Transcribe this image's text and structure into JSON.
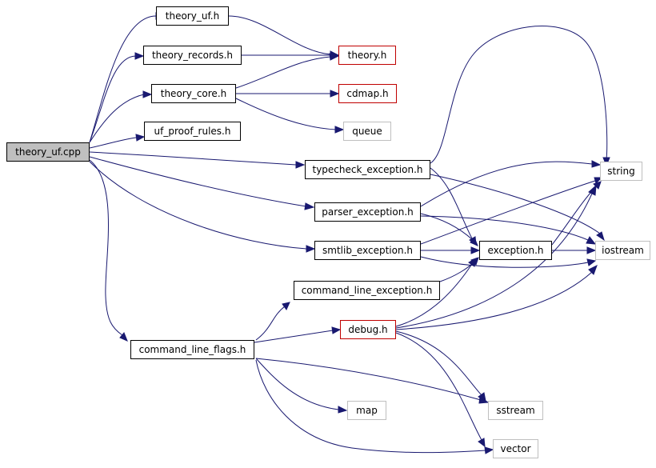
{
  "nodes": {
    "theory_uf_cpp": {
      "label": "theory_uf.cpp",
      "style": "filled-gray"
    },
    "theory_uf_h": {
      "label": "theory_uf.h",
      "style": "black-border"
    },
    "theory_records_h": {
      "label": "theory_records.h",
      "style": "black-border"
    },
    "theory_core_h": {
      "label": "theory_core.h",
      "style": "black-border"
    },
    "uf_proof_rules_h": {
      "label": "uf_proof_rules.h",
      "style": "black-border"
    },
    "theory_h": {
      "label": "theory.h",
      "style": "red-border"
    },
    "cdmap_h": {
      "label": "cdmap.h",
      "style": "red-border"
    },
    "queue": {
      "label": "queue",
      "style": "gray-border"
    },
    "typecheck_exception_h": {
      "label": "typecheck_exception.h",
      "style": "black-border"
    },
    "parser_exception_h": {
      "label": "parser_exception.h",
      "style": "black-border"
    },
    "smtlib_exception_h": {
      "label": "smtlib_exception.h",
      "style": "black-border"
    },
    "command_line_exception_h": {
      "label": "command_line_exception.h",
      "style": "black-border"
    },
    "command_line_flags_h": {
      "label": "command_line_flags.h",
      "style": "black-border"
    },
    "debug_h": {
      "label": "debug.h",
      "style": "red-border"
    },
    "exception_h": {
      "label": "exception.h",
      "style": "black-border"
    },
    "string": {
      "label": "string",
      "style": "gray-border"
    },
    "iostream": {
      "label": "iostream",
      "style": "gray-border"
    },
    "map": {
      "label": "map",
      "style": "gray-border"
    },
    "sstream": {
      "label": "sstream",
      "style": "gray-border"
    },
    "vector": {
      "label": "vector",
      "style": "gray-border"
    }
  },
  "edges": [
    [
      "theory_uf_cpp",
      "theory_uf_h"
    ],
    [
      "theory_uf_cpp",
      "theory_records_h"
    ],
    [
      "theory_uf_cpp",
      "theory_core_h"
    ],
    [
      "theory_uf_cpp",
      "uf_proof_rules_h"
    ],
    [
      "theory_uf_cpp",
      "typecheck_exception_h"
    ],
    [
      "theory_uf_cpp",
      "parser_exception_h"
    ],
    [
      "theory_uf_cpp",
      "smtlib_exception_h"
    ],
    [
      "theory_uf_cpp",
      "command_line_flags_h"
    ],
    [
      "theory_uf_h",
      "theory_h"
    ],
    [
      "theory_records_h",
      "theory_h"
    ],
    [
      "theory_core_h",
      "theory_h"
    ],
    [
      "theory_core_h",
      "cdmap_h"
    ],
    [
      "theory_core_h",
      "queue"
    ],
    [
      "typecheck_exception_h",
      "string"
    ],
    [
      "typecheck_exception_h",
      "exception_h"
    ],
    [
      "typecheck_exception_h",
      "iostream"
    ],
    [
      "parser_exception_h",
      "string"
    ],
    [
      "parser_exception_h",
      "exception_h"
    ],
    [
      "parser_exception_h",
      "iostream"
    ],
    [
      "smtlib_exception_h",
      "string"
    ],
    [
      "smtlib_exception_h",
      "exception_h"
    ],
    [
      "smtlib_exception_h",
      "iostream"
    ],
    [
      "command_line_exception_h",
      "exception_h"
    ],
    [
      "command_line_flags_h",
      "command_line_exception_h"
    ],
    [
      "command_line_flags_h",
      "debug_h"
    ],
    [
      "command_line_flags_h",
      "map"
    ],
    [
      "command_line_flags_h",
      "sstream"
    ],
    [
      "command_line_flags_h",
      "vector"
    ],
    [
      "debug_h",
      "exception_h"
    ],
    [
      "debug_h",
      "string"
    ],
    [
      "debug_h",
      "iostream"
    ],
    [
      "debug_h",
      "sstream"
    ],
    [
      "debug_h",
      "vector"
    ],
    [
      "exception_h",
      "string"
    ],
    [
      "exception_h",
      "iostream"
    ]
  ],
  "colors": {
    "edge": "#191970",
    "root_fill": "#bfbfbf",
    "external_border": "#bfbfbf",
    "truncated_border": "#c00000",
    "local_border": "#000000"
  }
}
